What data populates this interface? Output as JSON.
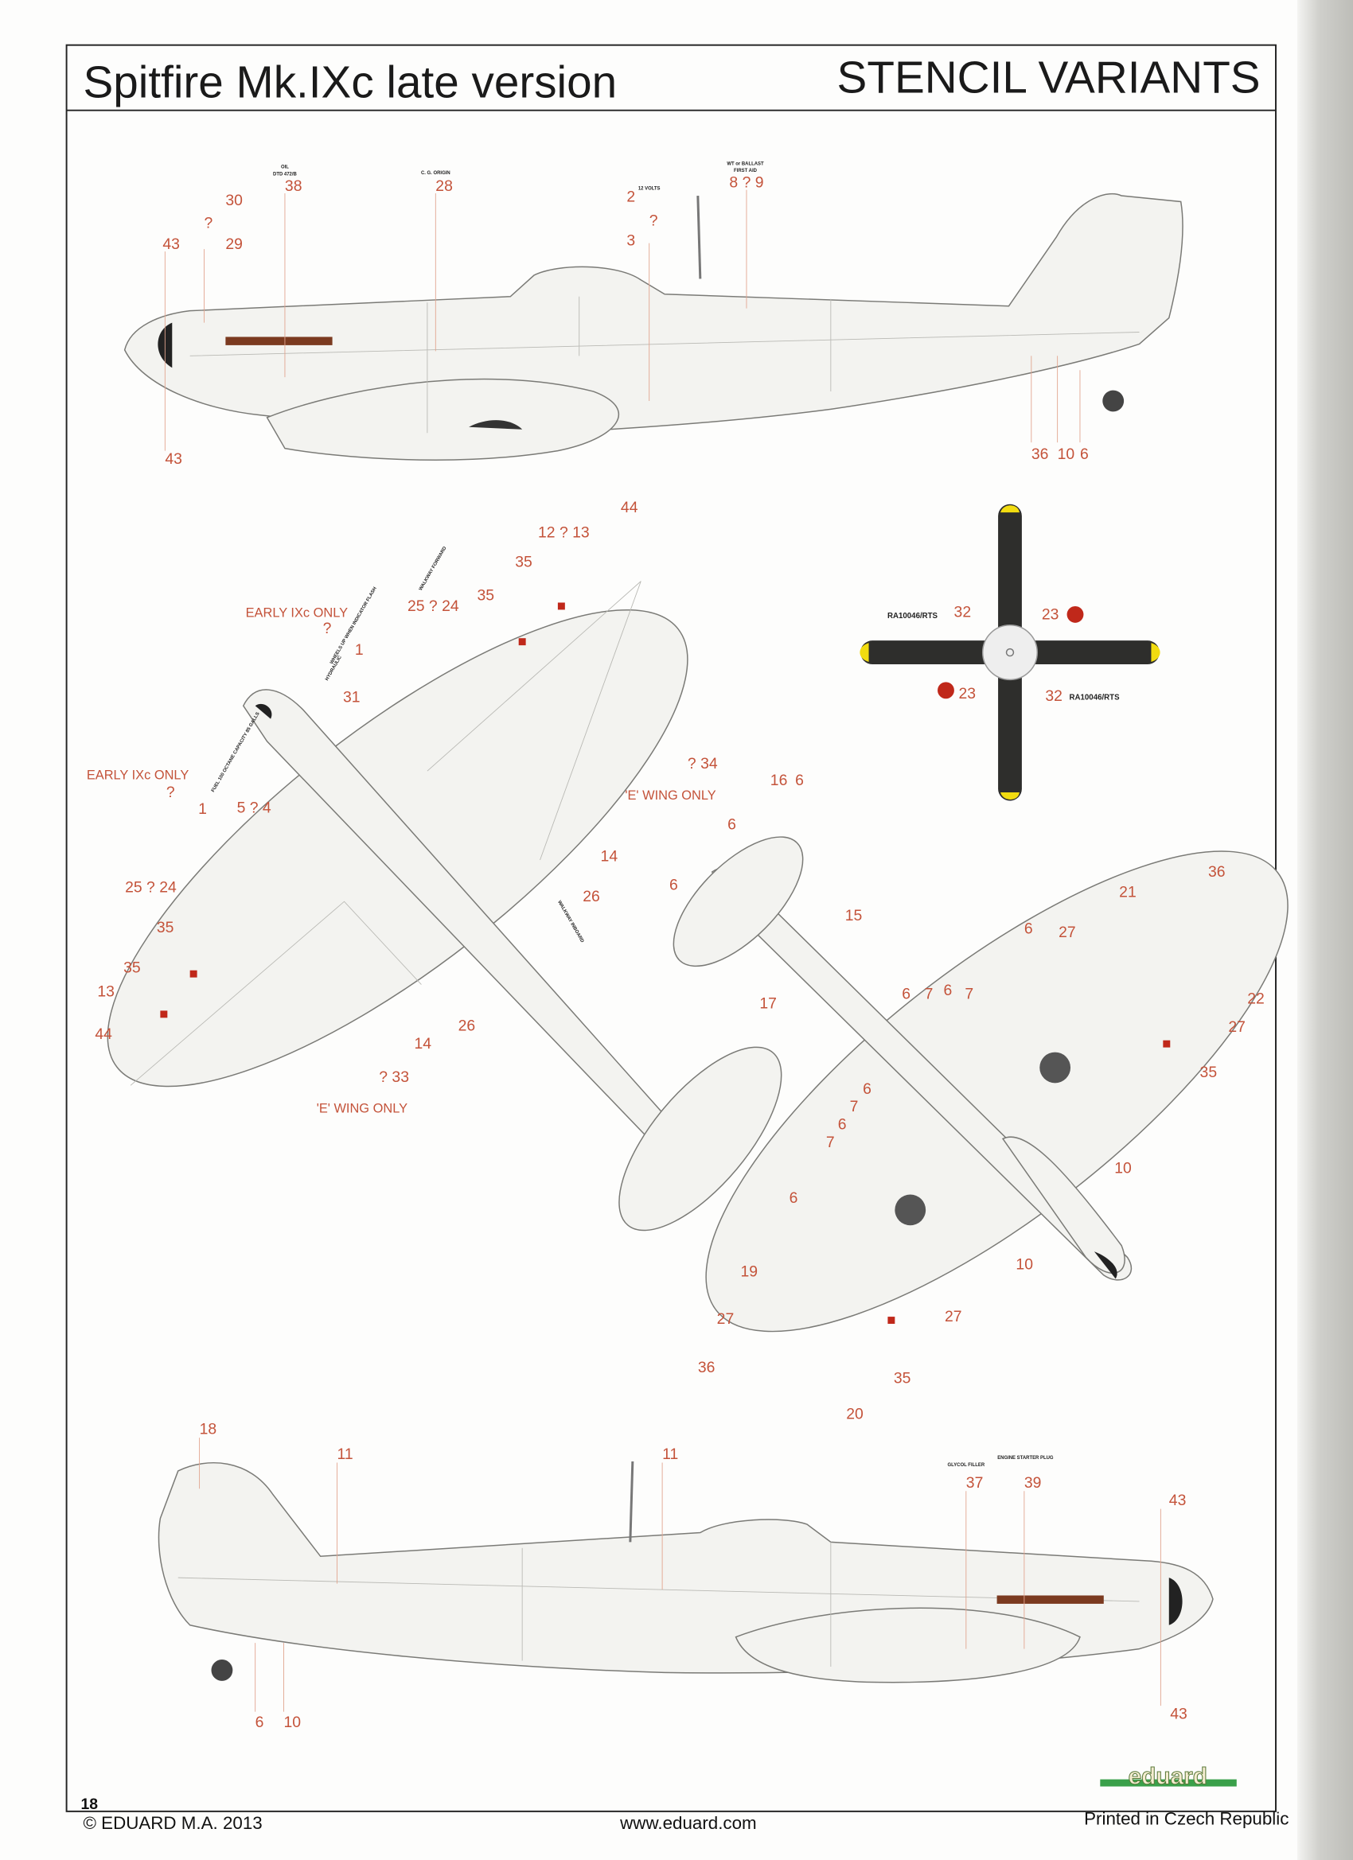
{
  "header": {
    "title": "Spitfire Mk.IXc late version",
    "subtitle": "STENCIL VARIANTS"
  },
  "side_view_top": {
    "annotations": [
      "OIL",
      "DTD 472/B",
      "C. G. ORIGIN",
      "12 VOLTS",
      "WT or BALLAST",
      "FIRST AID"
    ],
    "callouts": [
      "30",
      "?",
      "29",
      "43",
      "43",
      "38",
      "28",
      "2",
      "?",
      "3",
      "8 ? 9",
      "36",
      "10",
      "6"
    ]
  },
  "upper_plan": {
    "callouts": [
      "44",
      "12 ? 13",
      "35",
      "35",
      "25 ? 24",
      "EARLY IXc ONLY",
      "?",
      "1",
      "31",
      "EARLY IXc ONLY",
      "?",
      "1",
      "5 ? 4",
      "? 34",
      "'E' WING ONLY",
      "14",
      "26",
      "25 ? 24",
      "35",
      "35",
      "13",
      "44",
      "26",
      "14",
      "? 33",
      "'E' WING ONLY"
    ],
    "annotations": [
      "WALKWAY FORWARD",
      "WHEELS UP WHEN INDICATOR FLASH",
      "HYDRAULIC",
      "FUEL 100 OCTANE CAPACITY 85 GALLS",
      "WALKWAY INBOARD"
    ]
  },
  "propeller": {
    "callouts": [
      "RA10046/RTS",
      "32",
      "23",
      "23",
      "32",
      "RA10046/RTS"
    ]
  },
  "lower_plan": {
    "callouts": [
      "16",
      "6",
      "6",
      "6",
      "15",
      "17",
      "36",
      "21",
      "6",
      "27",
      "6",
      "7",
      "6",
      "7",
      "22",
      "27",
      "35",
      "6",
      "7",
      "6",
      "7",
      "10",
      "6",
      "10",
      "19",
      "27",
      "27",
      "36",
      "35",
      "20"
    ]
  },
  "side_view_bottom": {
    "annotations": [
      "GLYCOL FILLER",
      "ENGINE STARTER PLUG"
    ],
    "callouts": [
      "18",
      "11",
      "11",
      "37",
      "39",
      "43",
      "43",
      "6",
      "10"
    ]
  },
  "footer": {
    "page_number": "18",
    "copyright": "© EDUARD M.A. 2013",
    "url": "www.eduard.com",
    "printed": "Printed in Czech Republic",
    "logo": "eduard"
  },
  "colors": {
    "callout": "#c4533a",
    "logo_green": "#3aa04a"
  }
}
